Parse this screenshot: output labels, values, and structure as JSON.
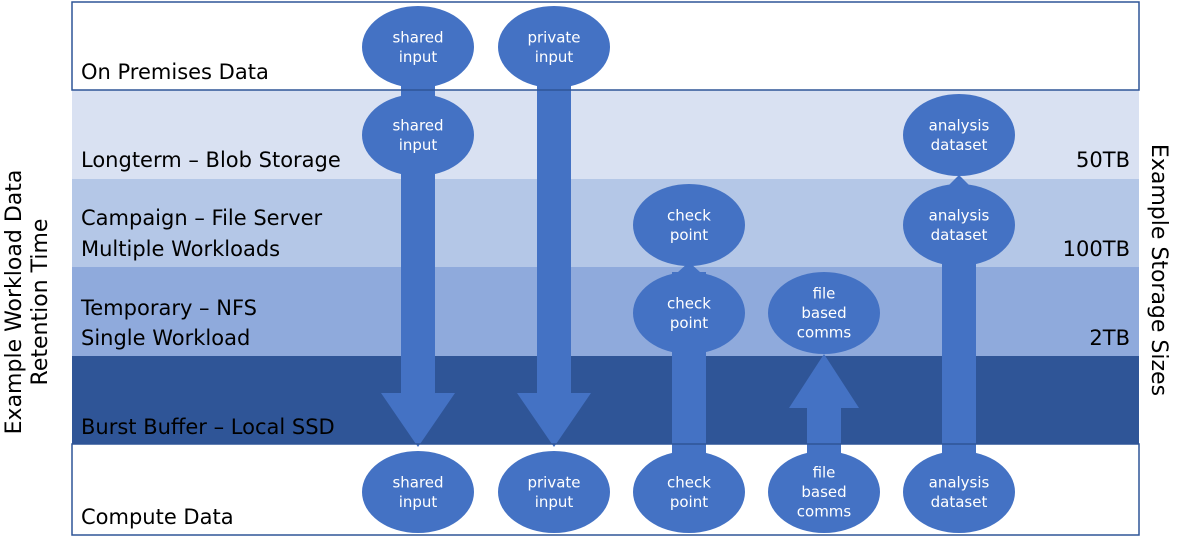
{
  "left_axis_label": [
    "Example Workload Data",
    "Retention Time"
  ],
  "right_axis_label": "Example Storage Sizes",
  "tiers": [
    {
      "id": "on-premises",
      "lines": [
        "On Premises Data"
      ],
      "size": "",
      "fill": "#ffffff"
    },
    {
      "id": "longterm",
      "lines": [
        "Longterm – Blob Storage"
      ],
      "size": "50TB",
      "fill": "#d9e1f2"
    },
    {
      "id": "campaign",
      "lines": [
        "Campaign – File Server",
        "Multiple Workloads"
      ],
      "size": "100TB",
      "fill": "#b4c7e7"
    },
    {
      "id": "temporary",
      "lines": [
        "Temporary – NFS",
        "Single Workload"
      ],
      "size": "2TB",
      "fill": "#8faadc"
    },
    {
      "id": "burst-buffer",
      "lines": [
        "Burst Buffer – Local SSD"
      ],
      "size": "",
      "fill": "#2f5597"
    },
    {
      "id": "compute",
      "lines": [
        "Compute Data"
      ],
      "size": "",
      "fill": "#ffffff"
    }
  ],
  "nodes": [
    {
      "id": "shared-input-onprem",
      "lines": [
        "shared",
        "input"
      ]
    },
    {
      "id": "private-input-onprem",
      "lines": [
        "private",
        "input"
      ]
    },
    {
      "id": "shared-input-longterm",
      "lines": [
        "shared",
        "input"
      ]
    },
    {
      "id": "analysis-dataset-longterm",
      "lines": [
        "analysis",
        "dataset"
      ]
    },
    {
      "id": "check-point-campaign",
      "lines": [
        "check",
        "point"
      ]
    },
    {
      "id": "analysis-dataset-campaign",
      "lines": [
        "analysis",
        "dataset"
      ]
    },
    {
      "id": "check-point-temporary",
      "lines": [
        "check",
        "point"
      ]
    },
    {
      "id": "file-based-comms-temporary",
      "lines": [
        "file",
        "based",
        "comms"
      ]
    },
    {
      "id": "shared-input-compute",
      "lines": [
        "shared",
        "input"
      ]
    },
    {
      "id": "private-input-compute",
      "lines": [
        "private",
        "input"
      ]
    },
    {
      "id": "check-point-compute",
      "lines": [
        "check",
        "point"
      ]
    },
    {
      "id": "file-based-comms-compute",
      "lines": [
        "file",
        "based",
        "comms"
      ]
    },
    {
      "id": "analysis-dataset-compute",
      "lines": [
        "analysis",
        "dataset"
      ]
    }
  ],
  "colors": {
    "node_fill": "#4472c4",
    "node_text": "#ffffff",
    "arrow_fill": "#4472c4",
    "frame_stroke": "#2f5597",
    "label_text": "#000000"
  }
}
